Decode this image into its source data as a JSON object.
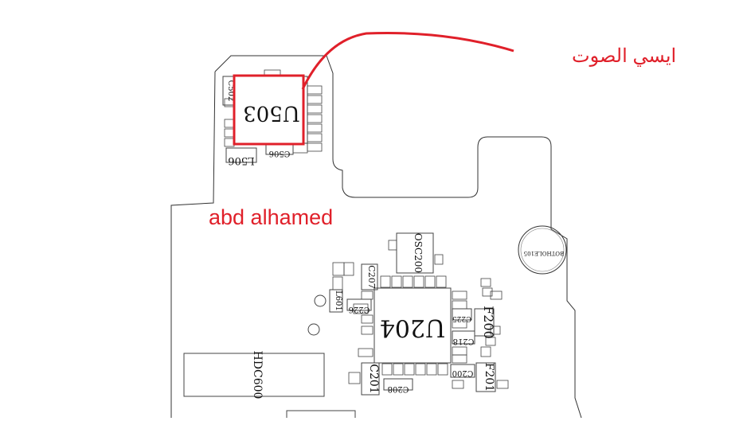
{
  "annotations": {
    "arabic_label": "ايسي الصوت",
    "author": "abd alhamed",
    "color": "#e0202a"
  },
  "components": {
    "u503": "U503",
    "u204": "U204",
    "c502": "C502",
    "c506": "C506",
    "l506": "L506",
    "osc200": "OSC200",
    "c207": "C207",
    "l601": "L601",
    "c226": "C226",
    "c218": "C218",
    "c225": "C225",
    "c200": "C200",
    "c201": "C201",
    "c208": "C208",
    "f200": "F200",
    "f201": "F201",
    "hdc600": "HDC600",
    "hole": "BOTHOLE105"
  }
}
